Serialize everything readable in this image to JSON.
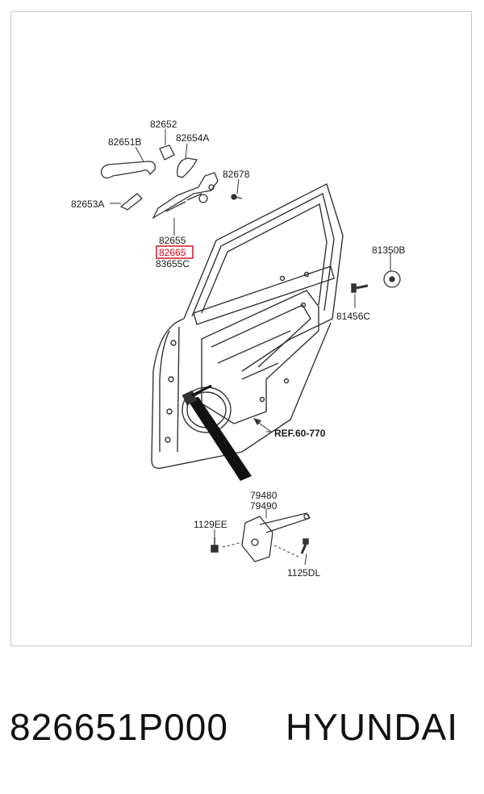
{
  "diagram": {
    "labels": {
      "p82652": "82652",
      "p82651B": "82651B",
      "p82654A": "82654A",
      "p82678": "82678",
      "p82653A": "82653A",
      "p82655": "82655",
      "p82665": "82665",
      "p83655C": "83655C",
      "p81350B": "81350B",
      "p81456C": "81456C",
      "ref": "REF.60-770",
      "p79480": "79480",
      "p79490": "79490",
      "p1129EE": "1129EE",
      "p1125DL": "1125DL"
    },
    "highlight_color": "#d9001b",
    "line_color": "#333333"
  },
  "caption": {
    "part_number": "826651P000",
    "brand": "HYUNDAI"
  }
}
